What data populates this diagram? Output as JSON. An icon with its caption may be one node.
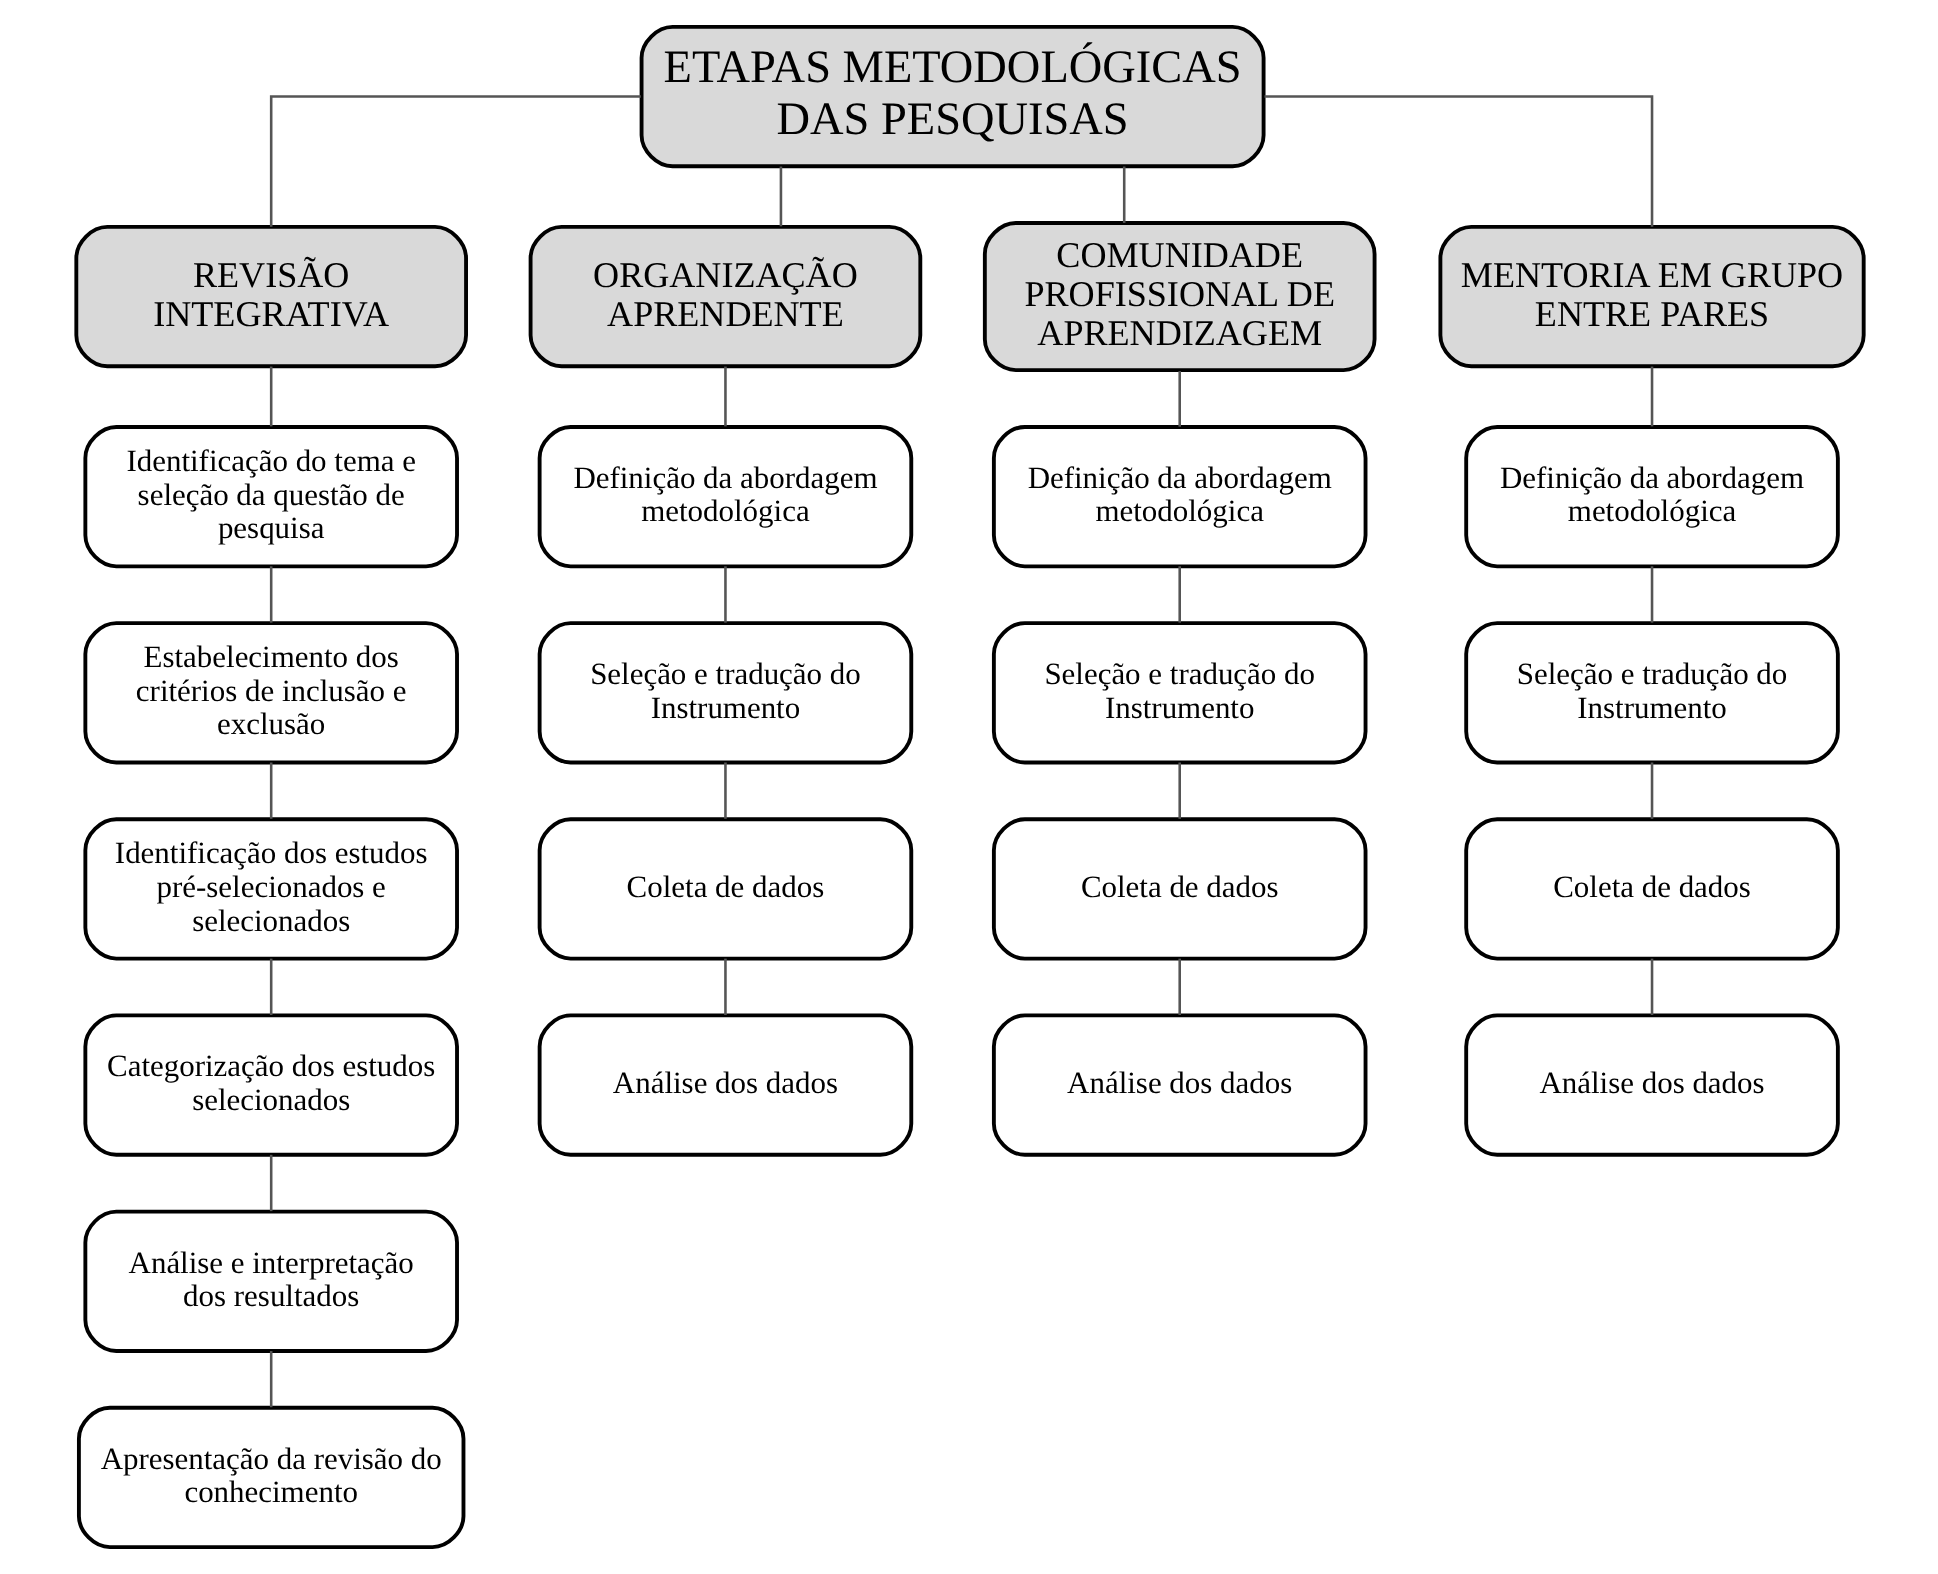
{
  "diagram": {
    "nodes": [
      {
        "text": [
          "ETAPAS METODOLÓGICAS DAS PESQUISAS"
        ]
      },
      {
        "text": [
          "REVISÃO INTEGRATIVA"
        ]
      },
      {
        "text": [
          "Identificação do tema e seleção da questão de pesquisa"
        ]
      },
      {
        "text": [
          "Estabelecimento dos critérios de inclusão e exclusão"
        ]
      },
      {
        "text": [
          "Identificação dos estudos pré-selecionados e selecionados"
        ]
      },
      {
        "text": [
          "Categorização dos estudos selecionados"
        ]
      },
      {
        "text": [
          "Análise e interpretação dos resultados"
        ]
      },
      {
        "text": [
          "Apresentação da revisão do conhecimento"
        ]
      },
      {
        "text": [
          "ORGANIZAÇÃO APRENDENTE"
        ]
      },
      {
        "text": [
          "Definição da abordagem metodológica"
        ]
      },
      {
        "text": [
          "Seleção e tradução do Instrumento"
        ]
      },
      {
        "text": [
          "Coleta de dados"
        ]
      },
      {
        "text": [
          "Análise dos dados"
        ]
      },
      {
        "text": [
          "COMUNIDADE PROFISSIONAL DE APRENDIZAGEM"
        ]
      },
      {
        "text": [
          "Definição da abordagem metodológica"
        ]
      },
      {
        "text": [
          "Seleção e tradução do Instrumento"
        ]
      },
      {
        "text": [
          "Coleta de dados"
        ]
      },
      {
        "text": [
          "Análise dos dados"
        ]
      },
      {
        "text": [
          "MENTORIA EM GRUPO ENTRE PARES"
        ]
      },
      {
        "text": [
          "Definição da abordagem metodológica"
        ]
      },
      {
        "text": [
          "Seleção e tradução do Instrumento"
        ]
      },
      {
        "text": [
          "Coleta de dados"
        ]
      },
      {
        "text": [
          "Análise dos dados"
        ]
      }
    ],
    "edges": [
      {
        "from": 0,
        "to": 1,
        "arrow": "none"
      },
      {
        "from": 0,
        "to": 8,
        "arrow": "none"
      },
      {
        "from": 0,
        "to": 13,
        "arrow": "none"
      },
      {
        "from": 0,
        "to": 18,
        "arrow": "none"
      },
      {
        "from": 1,
        "to": 2,
        "arrow": "none"
      },
      {
        "from": 2,
        "to": 3,
        "arrow": "none"
      },
      {
        "from": 3,
        "to": 4,
        "arrow": "none"
      },
      {
        "from": 4,
        "to": 5,
        "arrow": "none"
      },
      {
        "from": 5,
        "to": 6,
        "arrow": "none"
      },
      {
        "from": 6,
        "to": 7,
        "arrow": "none"
      },
      {
        "from": 8,
        "to": 9,
        "arrow": "none"
      },
      {
        "from": 9,
        "to": 10,
        "arrow": "none"
      },
      {
        "from": 10,
        "to": 11,
        "arrow": "none"
      },
      {
        "from": 11,
        "to": 12,
        "arrow": "none"
      },
      {
        "from": 13,
        "to": 14,
        "arrow": "none"
      },
      {
        "from": 14,
        "to": 15,
        "arrow": "none"
      },
      {
        "from": 15,
        "to": 16,
        "arrow": "none"
      },
      {
        "from": 16,
        "to": 17,
        "arrow": "none"
      },
      {
        "from": 18,
        "to": 19,
        "arrow": "none"
      },
      {
        "from": 19,
        "to": 20,
        "arrow": "none"
      },
      {
        "from": 20,
        "to": 21,
        "arrow": "none"
      },
      {
        "from": 21,
        "to": 22,
        "arrow": "none"
      }
    ]
  }
}
